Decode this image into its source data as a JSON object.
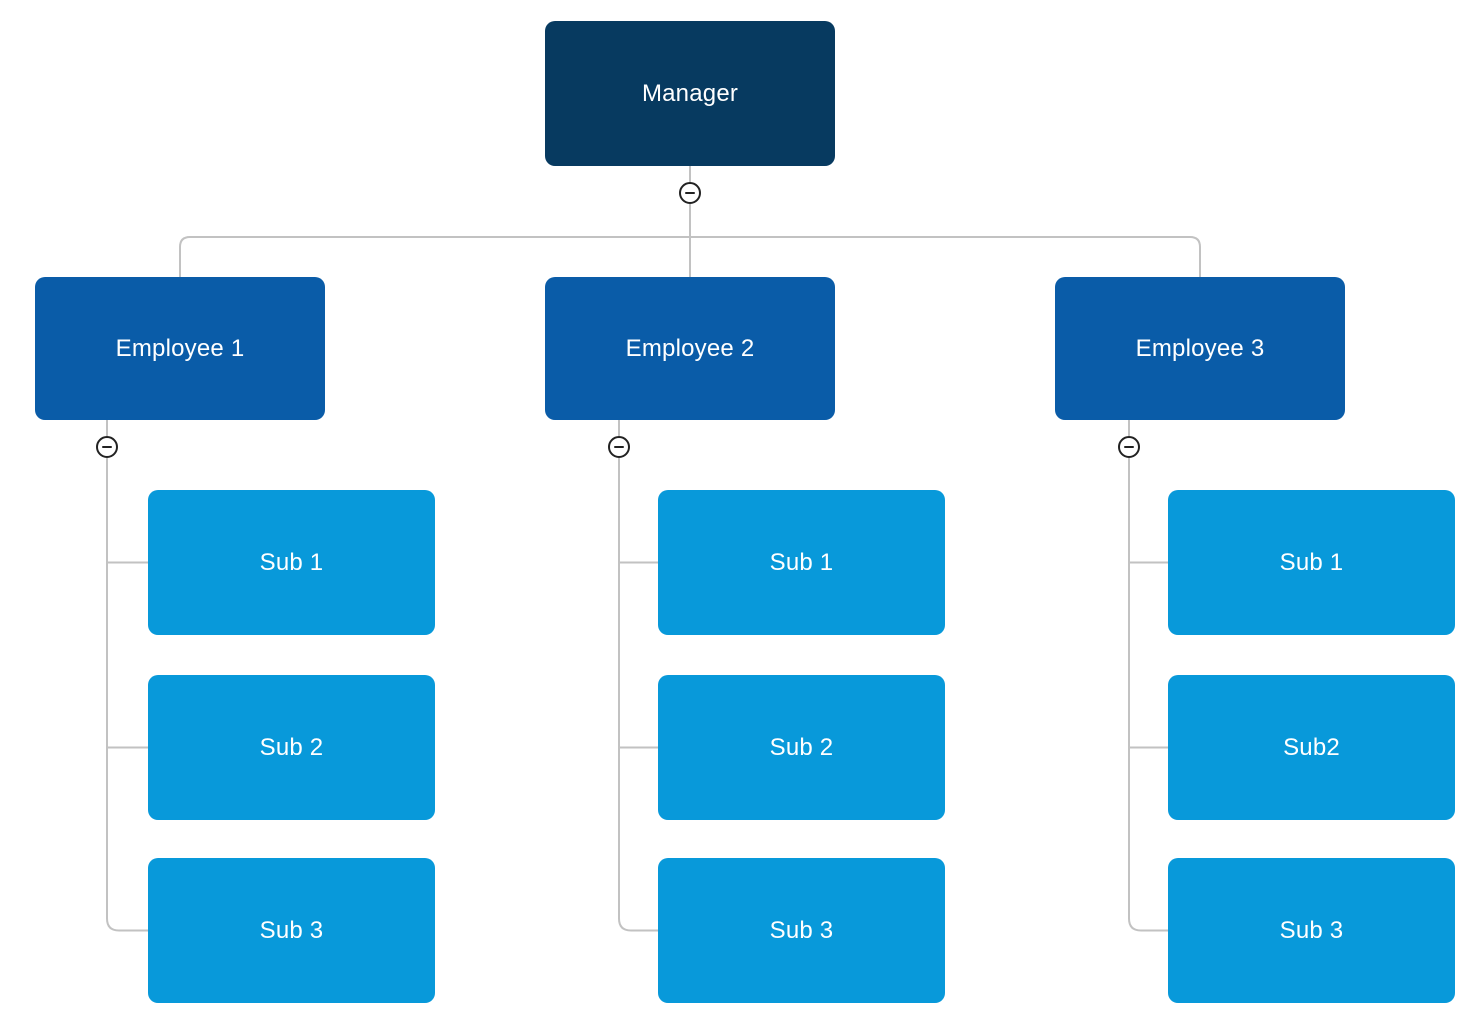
{
  "chart": {
    "type": "org-chart",
    "root": {
      "label": "Manager"
    },
    "employees": [
      {
        "label": "Employee 1",
        "subs": [
          "Sub 1",
          "Sub 2",
          "Sub 3"
        ]
      },
      {
        "label": "Employee 2",
        "subs": [
          "Sub 1",
          "Sub 2",
          "Sub 3"
        ]
      },
      {
        "label": "Employee 3",
        "subs": [
          "Sub 1",
          "Sub2",
          "Sub 3"
        ]
      }
    ],
    "toggles": {
      "state": "expanded",
      "icon": "minus-circle-icon"
    },
    "colors": {
      "root_bg": "#073a60",
      "employee_bg": "#0a5ca8",
      "sub_bg": "#0899da",
      "connector": "#c2c2c2",
      "toggle_border": "#222222",
      "node_text": "#ffffff"
    }
  }
}
